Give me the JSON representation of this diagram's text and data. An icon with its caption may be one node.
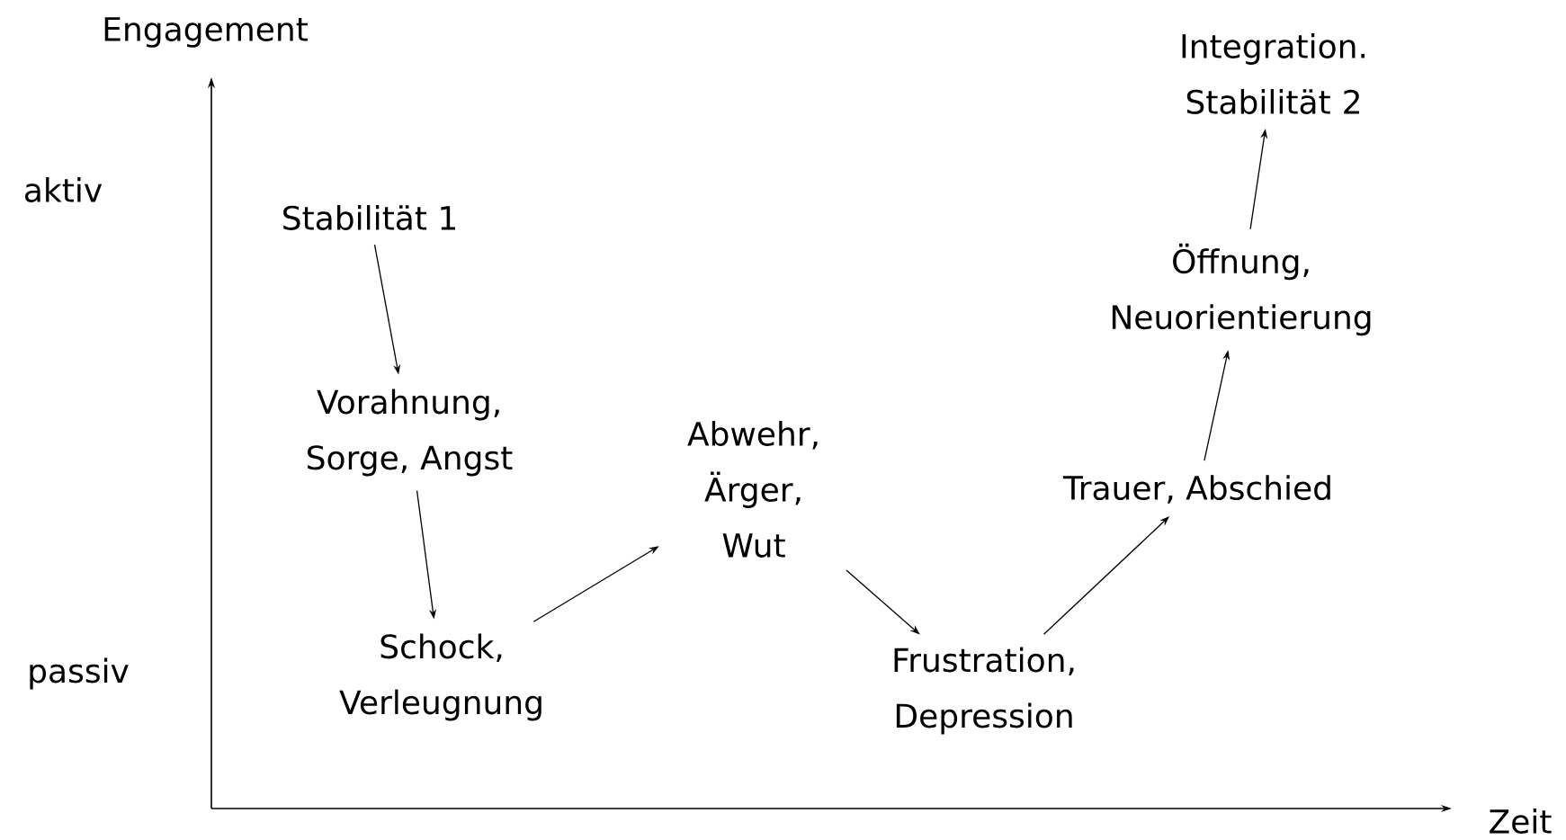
{
  "diagram": {
    "nodes": [
      {
        "text": [
          "Stabilität 1"
        ]
      },
      {
        "text": [
          "Vorahnung, Sorge, Angst"
        ]
      },
      {
        "text": [
          "Schock, Verleugnung"
        ]
      },
      {
        "text": [
          "Abwehr, Ärger, Wut"
        ]
      },
      {
        "text": [
          "Frustration, Depression"
        ]
      },
      {
        "text": [
          "Trauer, Abschied"
        ]
      },
      {
        "text": [
          "Öffnung, Neuorientierung"
        ]
      },
      {
        "text": [
          "Integration. Stabilität 2"
        ]
      }
    ],
    "edges": [
      {
        "from": 0,
        "to": 1,
        "arrow": "to"
      },
      {
        "from": 1,
        "to": 2,
        "arrow": "to"
      },
      {
        "from": 2,
        "to": 3,
        "arrow": "to"
      },
      {
        "from": 3,
        "to": 4,
        "arrow": "to"
      },
      {
        "from": 4,
        "to": 5,
        "arrow": "to"
      },
      {
        "from": 5,
        "to": 6,
        "arrow": "to"
      },
      {
        "from": 6,
        "to": 7,
        "arrow": "to"
      }
    ],
    "labels": [
      "Engagement",
      "aktiv",
      "passiv",
      "Zeit"
    ]
  }
}
